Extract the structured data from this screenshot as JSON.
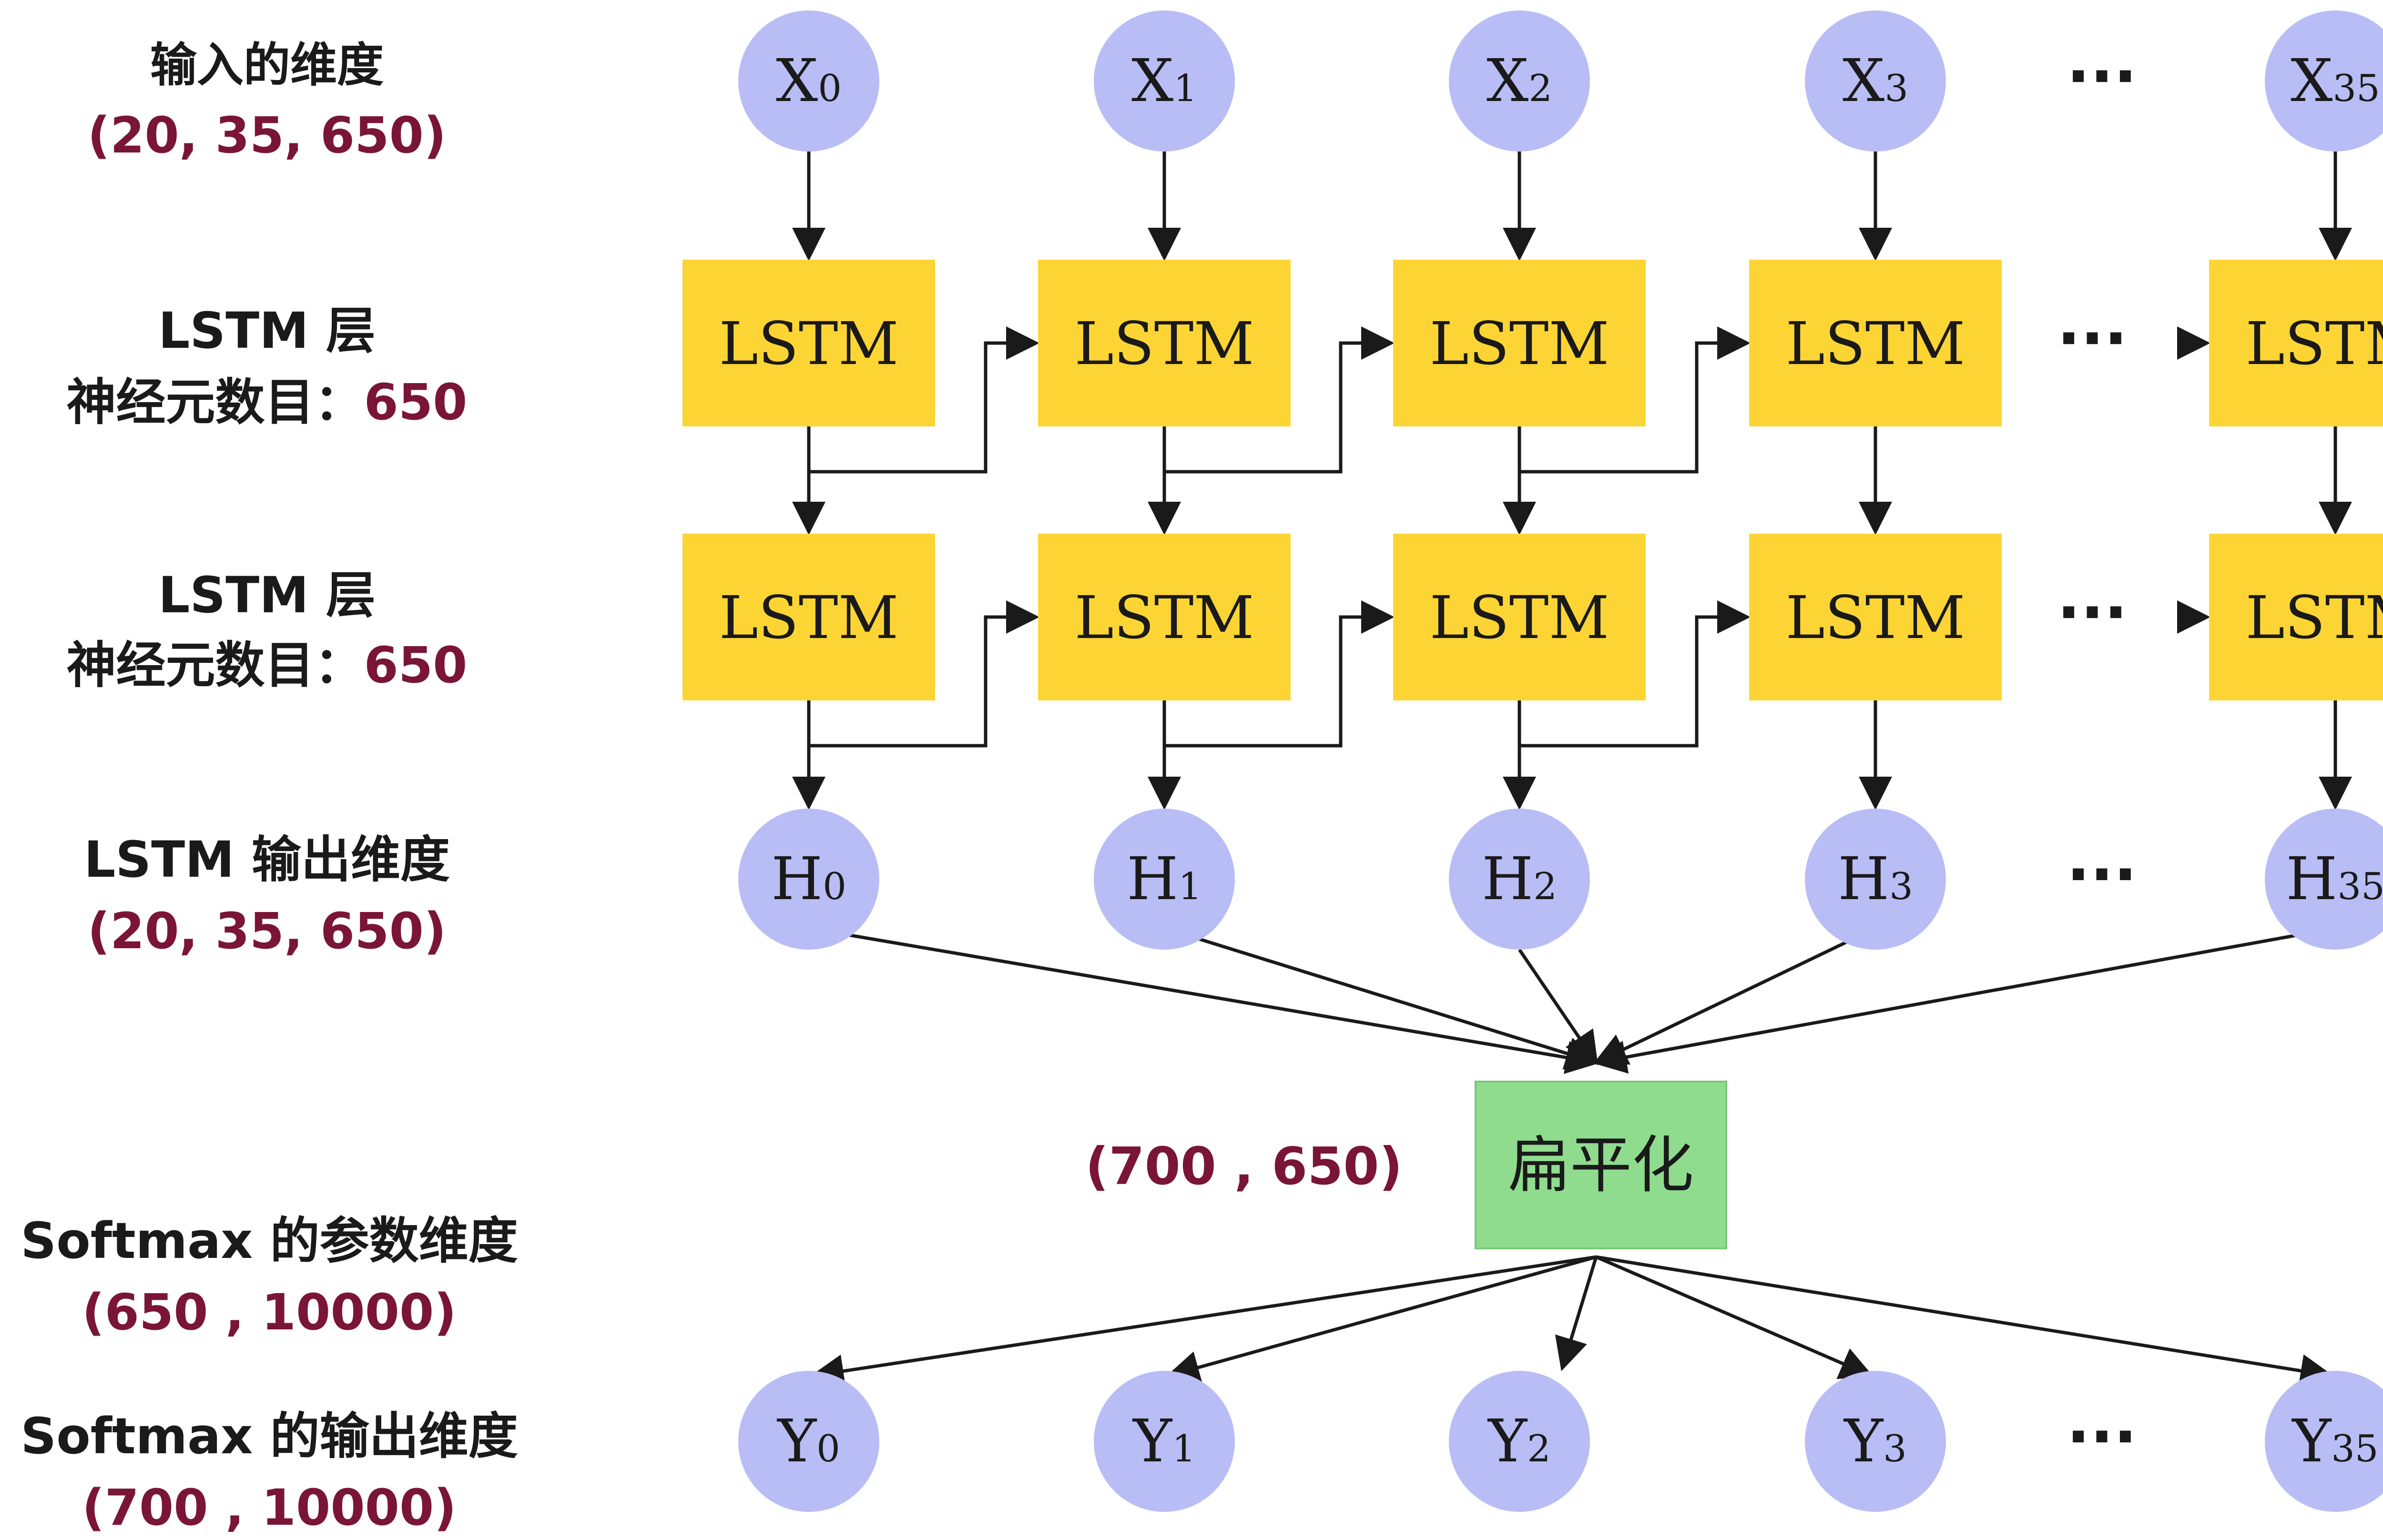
{
  "colors": {
    "circle_fill": "#b9bdf5",
    "lstm_fill": "#fcd535",
    "flatten_fill": "#8fdc8f",
    "arrow": "#1a1a1a",
    "label_dark": "#1a1a1a",
    "label_red": "#7a1537"
  },
  "left_labels": {
    "input": {
      "title": "输入的维度",
      "dims": "(20, 35, 650)"
    },
    "lstm1": {
      "title": "LSTM 层",
      "neurons": "神经元数目：",
      "neurons_value": "650"
    },
    "lstm2": {
      "title": "LSTM 层",
      "neurons": "神经元数目：",
      "neurons_value": "650"
    },
    "lstm_output": {
      "title": "LSTM 输出维度",
      "dims": "(20, 35, 650)"
    },
    "softmax_params": {
      "title": "Softmax 的参数维度",
      "dims": "(650 , 10000)"
    },
    "softmax_output": {
      "title": "Softmax 的输出维度",
      "dims": "(700 , 10000)"
    }
  },
  "inputs": [
    {
      "base": "X",
      "sub": "0"
    },
    {
      "base": "X",
      "sub": "1"
    },
    {
      "base": "X",
      "sub": "2"
    },
    {
      "base": "X",
      "sub": "3"
    },
    {
      "base": "X",
      "sub": "35"
    }
  ],
  "hidden": [
    {
      "base": "H",
      "sub": "0"
    },
    {
      "base": "H",
      "sub": "1"
    },
    {
      "base": "H",
      "sub": "2"
    },
    {
      "base": "H",
      "sub": "3"
    },
    {
      "base": "H",
      "sub": "35"
    }
  ],
  "outputs": [
    {
      "base": "Y",
      "sub": "0"
    },
    {
      "base": "Y",
      "sub": "1"
    },
    {
      "base": "Y",
      "sub": "2"
    },
    {
      "base": "Y",
      "sub": "3"
    },
    {
      "base": "Y",
      "sub": "35"
    }
  ],
  "lstm_label": "LSTM",
  "ellipsis": "···",
  "flatten": {
    "label": "扁平化",
    "dims": "(700 , 650)"
  }
}
